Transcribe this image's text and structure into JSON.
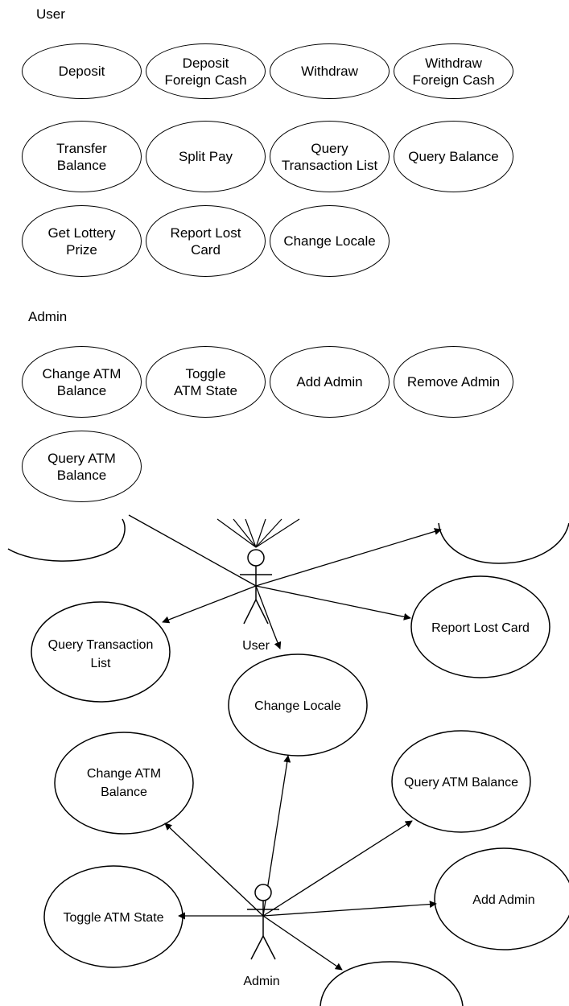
{
  "user_palette": {
    "title": "User",
    "items": [
      "Deposit",
      "Deposit\nForeign Cash",
      "Withdraw",
      "Withdraw\nForeign Cash",
      "Transfer\nBalance",
      "Split Pay",
      "Query\nTransaction List",
      "Query Balance",
      "Get Lottery\nPrize",
      "Report Lost\nCard",
      "Change Locale"
    ]
  },
  "admin_palette": {
    "title": "Admin",
    "items": [
      "Change ATM\nBalance",
      "Toggle\nATM State",
      "Add Admin",
      "Remove Admin",
      "Query ATM\nBalance"
    ]
  },
  "diagram": {
    "actors": {
      "user": "User",
      "admin": "Admin"
    },
    "use_cases": {
      "query_transaction_list": [
        "Query Transaction",
        "List"
      ],
      "report_lost_card": [
        "Report Lost Card"
      ],
      "change_locale": [
        "Change Locale"
      ],
      "change_atm_balance": [
        "Change ATM",
        "Balance"
      ],
      "query_atm_balance": [
        "Query ATM Balance"
      ],
      "toggle_atm_state": [
        "Toggle ATM State"
      ],
      "add_admin": [
        "Add Admin"
      ]
    }
  }
}
